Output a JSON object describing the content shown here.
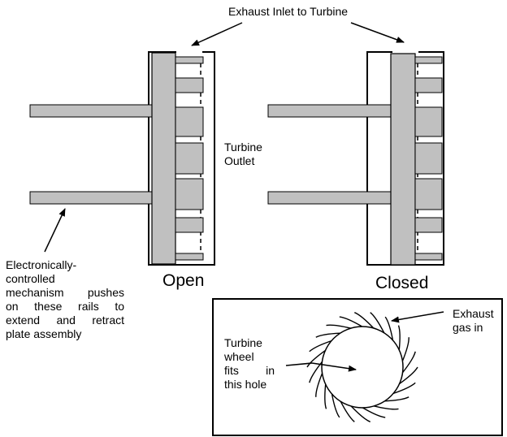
{
  "labels": {
    "exhaust_inlet": "Exhaust Inlet to Turbine",
    "turbine_outlet_1": "Turbine",
    "turbine_outlet_2": "Outlet",
    "open": "Open",
    "closed": "Closed",
    "mechanism": [
      "Electronically-",
      "controlled",
      "mechanism pushes",
      "on these rails to",
      "extend and retract",
      "plate assembly"
    ],
    "exhaust_gas": [
      "Exhaust",
      "gas in"
    ],
    "wheel": [
      "Turbine",
      "wheel",
      "fits    in",
      "this hole"
    ]
  },
  "colors": {
    "plate_fill": "#c0c0c0",
    "line": "#000000",
    "background": "#ffffff"
  }
}
